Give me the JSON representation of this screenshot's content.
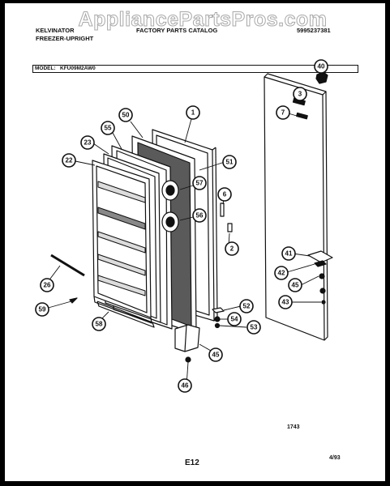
{
  "watermark": "AppliancePartsPros.com",
  "header": {
    "brand": "KELVINATOR",
    "catalog": "FACTORY PARTS CATALOG",
    "product": "FREEZER-UPRIGHT",
    "catalog_number": "5995237381",
    "model_label": "MODEL:",
    "model_number": "KFU09M2AW0"
  },
  "footer": {
    "drawing_number": "1743",
    "page_number": "E12",
    "date": "4/93"
  },
  "callouts": [
    "1",
    "2",
    "3",
    "6",
    "7",
    "22",
    "23",
    "26",
    "40",
    "41",
    "42",
    "43",
    "45",
    "46",
    "50",
    "51",
    "52",
    "53",
    "54",
    "55",
    "56",
    "57",
    "58",
    "59"
  ],
  "colors": {
    "ink": "#111111",
    "paper": "#ffffff",
    "border": "#000000",
    "watermark_outline": "#a8a8a8"
  }
}
